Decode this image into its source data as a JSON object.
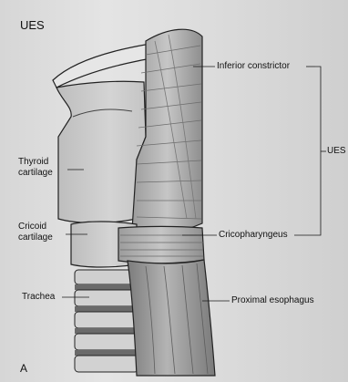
{
  "title": "UES",
  "panel_letter": "A",
  "labels": {
    "inferior_constrictor": "Inferior constrictor",
    "ues_bracket": "UES",
    "thyroid_cartilage": "Thyroid cartilage",
    "cricoid_cartilage": "Cricoid cartilage",
    "cricopharyngeus": "Cricopharyngeus",
    "trachea": "Trachea",
    "proximal_esophagus": "Proximal esophagus"
  },
  "colors": {
    "background": "#dcdcdc",
    "cartilage": "#cfcfcf",
    "muscle": "#b9b9b9",
    "muscle_dark": "#8a8a8a",
    "line": "#1a1a1a"
  }
}
